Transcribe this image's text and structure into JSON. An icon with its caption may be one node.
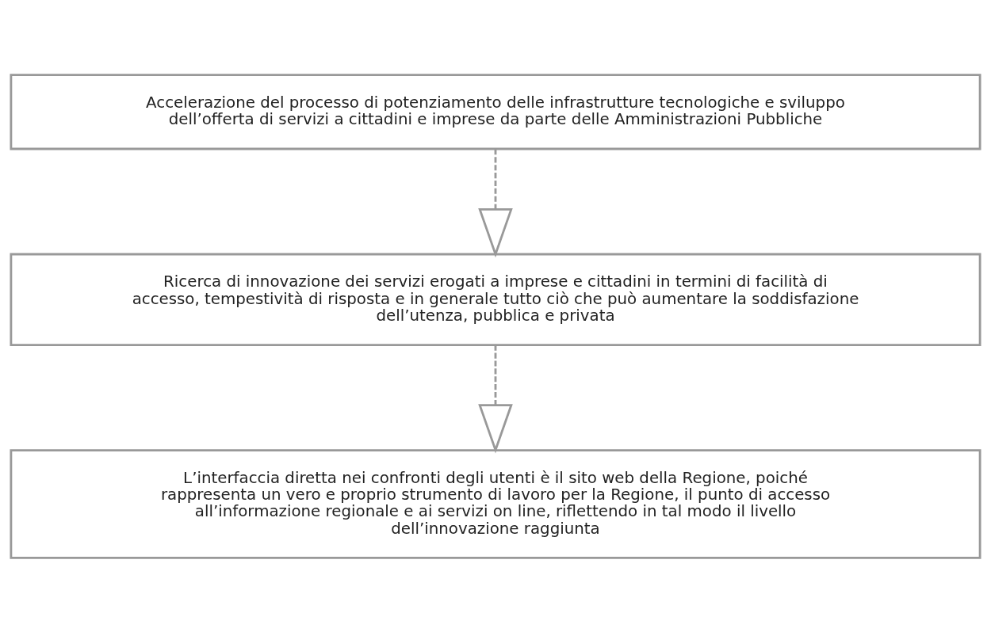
{
  "diagram": {
    "nodes": [
      {
        "text": [
          "Accelerazione del processo di potenziamento delle infrastrutture tecnologiche e sviluppo dell’offerta di servizi a cittadini e imprese da parte delle Amministrazioni Pubbliche"
        ]
      },
      {
        "text": [
          "Ricerca di innovazione dei servizi erogati a imprese e cittadini in termini di facilità di accesso, tempestività di risposta e in generale tutto ciò che può aumentare la soddisfazione dell’utenza, pubblica e privata"
        ]
      },
      {
        "text": [
          "L’interfaccia diretta nei confronti degli utenti è il sito web della Regione, poiché rappresenta un vero e proprio strumento di lavoro per la Regione, il punto di accesso all’informazione regionale e ai servizi on line, riflettendo in tal modo il livello dell’innovazione raggiunta"
        ]
      }
    ],
    "edges": [
      {
        "from": 0,
        "to": 1,
        "arrow": "to",
        "style": "dashed"
      },
      {
        "from": 1,
        "to": 2,
        "arrow": "to",
        "style": "dashed"
      }
    ]
  }
}
